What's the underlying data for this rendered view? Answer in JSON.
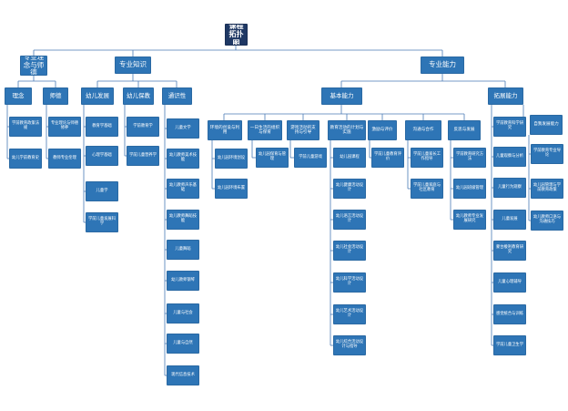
{
  "title": "课程拓扑图",
  "colors": {
    "box": "#2e75b6",
    "root": "#1f3864",
    "line": "#4a7ab5",
    "text": "#ffffff"
  },
  "level1": [
    "专业理念与师德",
    "专业知识",
    "专业能力"
  ],
  "level2": [
    "理念",
    "师德",
    "幼儿发展",
    "幼儿保教",
    "通识性",
    "基本能力",
    "拓展能力"
  ],
  "level3": [
    "环境的创设与利用",
    "一日生活的组织与保育",
    "游戏活动的支持与引导",
    "教育活动的计划与实施",
    "激励与评价",
    "沟通与合作",
    "反思与发展",
    "自我发展能力"
  ],
  "leaves": {
    "linian": [
      "学前教育政策法规",
      "幼儿学前教育史"
    ],
    "shide": [
      "专业理论与师德修养",
      "教师专业伦理"
    ],
    "fazhan": [
      "教育学基础",
      "心理学基础",
      "儿童学",
      "学前儿童发展科学"
    ],
    "baojiao": [
      "学前教育学",
      "学前儿童营养学"
    ],
    "tongshi": [
      "儿童文学",
      "幼儿教师美术技能",
      "幼儿教师声乐基础",
      "幼儿教师舞蹈技能",
      "儿童舞蹈",
      "幼儿教师钢琴",
      "儿童与社会",
      "儿童与自然",
      "现代信息技术"
    ],
    "huanjing": [
      "幼儿园环境创设",
      "幼儿园环境布置"
    ],
    "yiri": [
      "幼儿园保育与管理"
    ],
    "youxi": [
      "学前儿童游戏"
    ],
    "jiaoyu": [
      "幼儿园课程",
      "幼儿健康活动设计",
      "幼儿语言活动设计",
      "幼儿社会活动设计",
      "幼儿科学活动设计",
      "幼儿艺术活动设计",
      "幼儿综合活动设计与指导"
    ],
    "jili": [
      "学前儿童教育评价"
    ],
    "goutong": [
      "学前儿童家长工作指导",
      "学前儿童家庭与社区教育"
    ],
    "fansi": [
      "学前教育研究方法",
      "幼儿园班级管理",
      "幼儿教师专业发展研究"
    ],
    "tuozhan": [
      "学前教育科学研究",
      "儿童观察与分析",
      "儿童行为观察",
      "儿童发展",
      "蒙台梭利教育研究",
      "儿童心理辅导",
      "感觉统合与训练",
      "学前儿童卫生学"
    ],
    "ziwo": [
      "学前教育专业导论",
      "幼儿园管理与学前教育政策",
      "幼儿教师口语与沟通技巧"
    ]
  }
}
